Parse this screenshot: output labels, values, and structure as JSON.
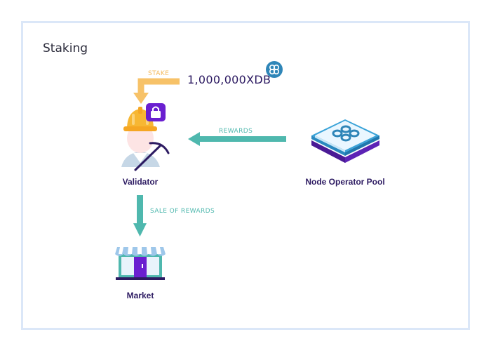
{
  "diagram": {
    "title": "Staking",
    "stake_amount": "1,000,000XDB",
    "edges": {
      "stake": "STAKE",
      "rewards": "REWARDS",
      "sale": "SALE OF REWARDS"
    },
    "nodes": {
      "validator": "Validator",
      "pool": "Node Operator Pool",
      "market": "Market"
    }
  },
  "colors": {
    "stake_arrow": "#f7c268",
    "teal_arrow": "#4fb8ae",
    "frame_border": "#dbe7f8",
    "label_text": "#2d1b62",
    "lock_purple": "#6a1fd0",
    "coin_blue": "#2f86b8"
  },
  "icons": [
    "coin-icon",
    "validator-icon",
    "lock-icon",
    "pickaxe-icon",
    "node-pool-icon",
    "market-icon"
  ]
}
